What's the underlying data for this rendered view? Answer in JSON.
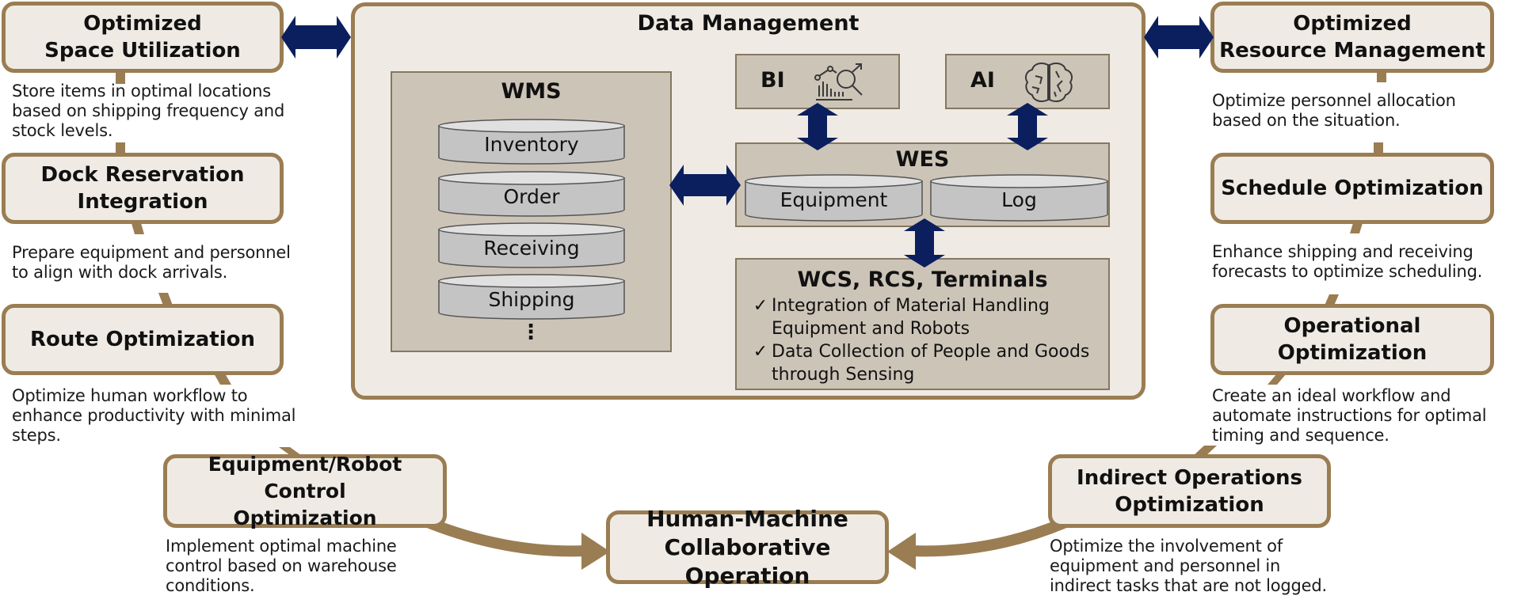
{
  "colors": {
    "topic_fill": "#efebe4",
    "topic_border": "#9a7d52",
    "panel_fill": "#cdc4b8",
    "cylinder_fill": "#c4c4c4",
    "arrow_navy": "#0b1f5e"
  },
  "data_management": {
    "title": "Data Management",
    "wms": {
      "title": "WMS",
      "databases": [
        "Inventory",
        "Order",
        "Receiving",
        "Shipping"
      ],
      "more": "⋮"
    },
    "bi": {
      "label": "BI",
      "icon": "analytics-icon"
    },
    "ai": {
      "label": "AI",
      "icon": "brain-icon"
    },
    "wes": {
      "title": "WES",
      "databases": [
        "Equipment",
        "Log"
      ]
    },
    "wcs": {
      "title": "WCS, RCS, Terminals",
      "bullets": [
        "Integration of Material Handling\nEquipment and Robots",
        "Data Collection of People and Goods\nthrough Sensing"
      ],
      "check": "✓"
    }
  },
  "left_column": [
    {
      "title": "Optimized\nSpace Utilization",
      "desc": "Store items in optimal locations\nbased on shipping frequency and\nstock levels."
    },
    {
      "title": "Dock Reservation\nIntegration",
      "desc": "Prepare equipment and personnel\nto align with dock arrivals."
    },
    {
      "title": "Route Optimization",
      "desc": "Optimize human workflow to\nenhance productivity with minimal\nsteps."
    },
    {
      "title": "Equipment/Robot  Control\nOptimization",
      "desc": "Implement optimal machine\ncontrol based on warehouse\nconditions."
    }
  ],
  "right_column": [
    {
      "title": "Optimized\nResource Management",
      "desc": "Optimize personnel allocation\nbased on the situation."
    },
    {
      "title": "Schedule Optimization",
      "desc": "Enhance shipping and receiving\nforecasts to optimize scheduling."
    },
    {
      "title": "Operational\nOptimization",
      "desc": "Create an ideal workflow and\nautomate instructions for optimal\ntiming and sequence."
    },
    {
      "title": "Indirect Operations\nOptimization",
      "desc": "Optimize the involvement of\nequipment and personnel in\nindirect tasks that are not logged."
    }
  ],
  "center": {
    "title": "Human-Machine\nCollaborative Operation"
  }
}
